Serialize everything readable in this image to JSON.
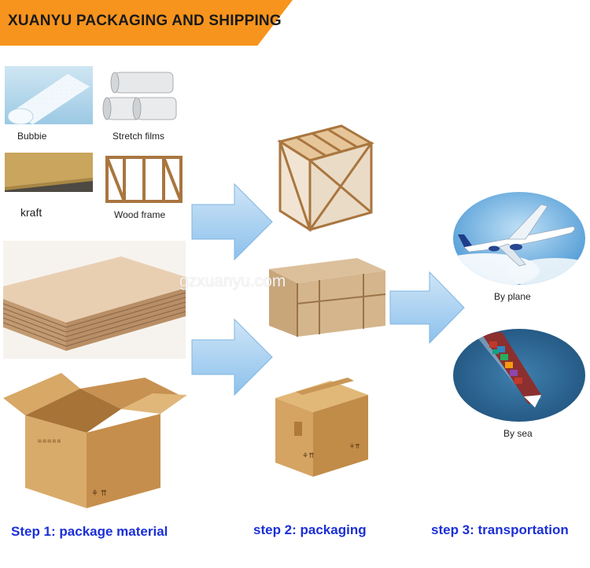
{
  "banner": {
    "title": "XUANYU PACKAGING AND SHIPPING",
    "background_color": "#f7941d"
  },
  "materials": {
    "bubble_label": "Bubbie",
    "stretch_label": "Stretch films",
    "kraft_label": "kraft",
    "wood_frame_label": "Wood frame"
  },
  "transport": {
    "plane_label": "By plane",
    "sea_label": "By sea"
  },
  "watermark": "gzxuanyu.com",
  "steps": {
    "step1": "Step 1: package material",
    "step2": "step 2: packaging",
    "step3": "step 3: transportation",
    "text_color": "#1b2fd6"
  }
}
